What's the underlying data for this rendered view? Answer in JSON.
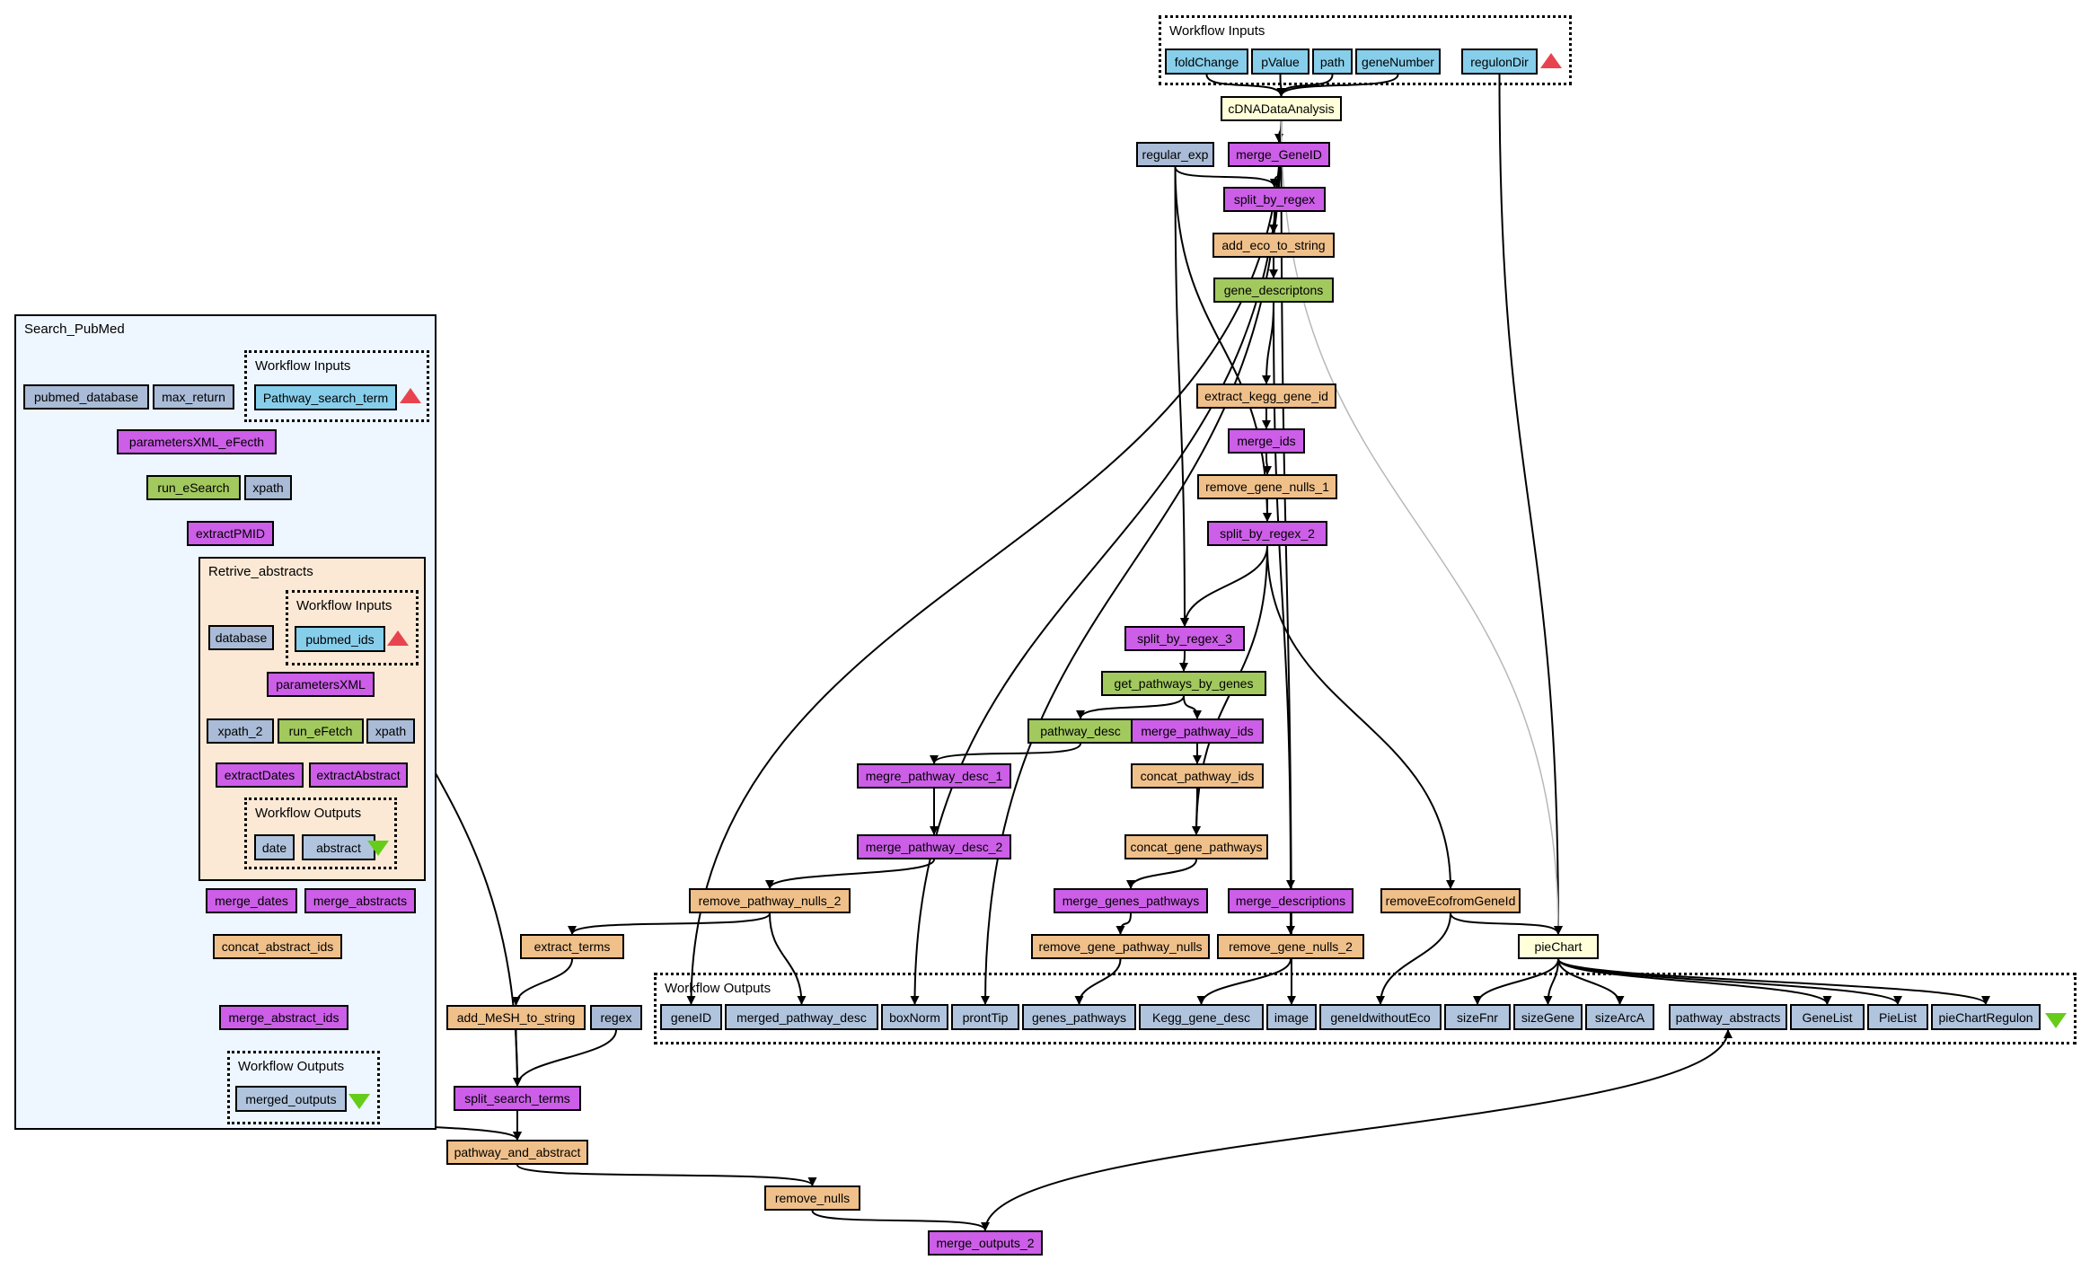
{
  "colors": {
    "input_port": "#87ceeb",
    "output_port": "#b0c4de",
    "constant": "#a9bbd6",
    "beanshell": "#cc5ee8",
    "local_worker": "#f0c08a",
    "service": "#a2c95e",
    "nested": "#ffffd9",
    "cluster_search": "#eef6ff",
    "cluster_retrieve": "#fbe9d5",
    "edge": "#000000",
    "edge_light": "#b8b8b8",
    "input_marker": "#e8444f",
    "output_marker": "#66cc1a"
  },
  "clusters": {
    "main_inputs": "Workflow Inputs",
    "main_outputs": "Workflow Outputs",
    "search_pubmed": "Search_PubMed",
    "sp_inputs": "Workflow Inputs",
    "sp_outputs": "Workflow Outputs",
    "retrive": "Retrive_abstracts",
    "ra_inputs": "Workflow Inputs",
    "ra_outputs": "Workflow Outputs"
  },
  "nodes": [
    {
      "id": "foldChange",
      "label": "foldChange",
      "kind": "input_port"
    },
    {
      "id": "pValue",
      "label": "pValue",
      "kind": "input_port"
    },
    {
      "id": "path",
      "label": "path",
      "kind": "input_port"
    },
    {
      "id": "geneNumber",
      "label": "geneNumber",
      "kind": "input_port"
    },
    {
      "id": "regulonDir",
      "label": "regulonDir",
      "kind": "input_port"
    },
    {
      "id": "cDNADataAnalysis",
      "label": "cDNADataAnalysis",
      "kind": "nested"
    },
    {
      "id": "regular_exp",
      "label": "regular_exp",
      "kind": "constant"
    },
    {
      "id": "merge_GeneID",
      "label": "merge_GeneID",
      "kind": "beanshell"
    },
    {
      "id": "split_by_regex",
      "label": "split_by_regex",
      "kind": "beanshell"
    },
    {
      "id": "add_eco_to_string",
      "label": "add_eco_to_string",
      "kind": "local_worker"
    },
    {
      "id": "gene_descriptons",
      "label": "gene_descriptons",
      "kind": "service"
    },
    {
      "id": "extract_kegg_gene_id",
      "label": "extract_kegg_gene_id",
      "kind": "local_worker"
    },
    {
      "id": "merge_ids",
      "label": "merge_ids",
      "kind": "beanshell"
    },
    {
      "id": "remove_gene_nulls_1",
      "label": "remove_gene_nulls_1",
      "kind": "local_worker"
    },
    {
      "id": "split_by_regex_2",
      "label": "split_by_regex_2",
      "kind": "beanshell"
    },
    {
      "id": "split_by_regex_3",
      "label": "split_by_regex_3",
      "kind": "beanshell"
    },
    {
      "id": "get_pathways_by_genes",
      "label": "get_pathways_by_genes",
      "kind": "service"
    },
    {
      "id": "pathway_desc",
      "label": "pathway_desc",
      "kind": "service"
    },
    {
      "id": "merge_pathway_ids",
      "label": "merge_pathway_ids",
      "kind": "beanshell"
    },
    {
      "id": "concat_pathway_ids",
      "label": "concat_pathway_ids",
      "kind": "local_worker"
    },
    {
      "id": "megre_pathway_desc_1",
      "label": "megre_pathway_desc_1",
      "kind": "beanshell"
    },
    {
      "id": "merge_pathway_desc_2",
      "label": "merge_pathway_desc_2",
      "kind": "beanshell"
    },
    {
      "id": "concat_gene_pathways",
      "label": "concat_gene_pathways",
      "kind": "local_worker"
    },
    {
      "id": "merge_genes_pathways",
      "label": "merge_genes_pathways",
      "kind": "beanshell"
    },
    {
      "id": "merge_descriptions",
      "label": "merge_descriptions",
      "kind": "beanshell"
    },
    {
      "id": "removeEcofromGeneId",
      "label": "removeEcofromGeneId",
      "kind": "local_worker"
    },
    {
      "id": "remove_pathway_nulls_2",
      "label": "remove_pathway_nulls_2",
      "kind": "local_worker"
    },
    {
      "id": "remove_gene_pathway_nulls",
      "label": "remove_gene_pathway_nulls",
      "kind": "local_worker"
    },
    {
      "id": "remove_gene_nulls_2",
      "label": "remove_gene_nulls_2",
      "kind": "local_worker"
    },
    {
      "id": "pieChart",
      "label": "pieChart",
      "kind": "nested"
    },
    {
      "id": "extract_terms",
      "label": "extract_terms",
      "kind": "local_worker"
    },
    {
      "id": "add_MeSH_to_string",
      "label": "add_MeSH_to_string",
      "kind": "local_worker"
    },
    {
      "id": "regex",
      "label": "regex",
      "kind": "constant"
    },
    {
      "id": "split_search_terms",
      "label": "split_search_terms",
      "kind": "beanshell"
    },
    {
      "id": "pathway_and_abstract",
      "label": "pathway_and_abstract",
      "kind": "local_worker"
    },
    {
      "id": "remove_nulls",
      "label": "remove_nulls",
      "kind": "local_worker"
    },
    {
      "id": "merge_outputs_2",
      "label": "merge_outputs_2",
      "kind": "beanshell"
    },
    {
      "id": "out_geneID",
      "label": "geneID",
      "kind": "output_port"
    },
    {
      "id": "out_merged_pathway_desc",
      "label": "merged_pathway_desc",
      "kind": "output_port"
    },
    {
      "id": "out_boxNorm",
      "label": "boxNorm",
      "kind": "output_port"
    },
    {
      "id": "out_prontTip",
      "label": "prontTip",
      "kind": "output_port"
    },
    {
      "id": "out_genes_pathways",
      "label": "genes_pathways",
      "kind": "output_port"
    },
    {
      "id": "out_Kegg_gene_desc",
      "label": "Kegg_gene_desc",
      "kind": "output_port"
    },
    {
      "id": "out_image",
      "label": "image",
      "kind": "output_port"
    },
    {
      "id": "out_geneIdwithoutEco",
      "label": "geneIdwithoutEco",
      "kind": "output_port"
    },
    {
      "id": "out_sizeFnr",
      "label": "sizeFnr",
      "kind": "output_port"
    },
    {
      "id": "out_sizeGene",
      "label": "sizeGene",
      "kind": "output_port"
    },
    {
      "id": "out_sizeArcA",
      "label": "sizeArcA",
      "kind": "output_port"
    },
    {
      "id": "out_pathway_abstracts",
      "label": "pathway_abstracts",
      "kind": "output_port"
    },
    {
      "id": "out_GeneList",
      "label": "GeneList",
      "kind": "output_port"
    },
    {
      "id": "out_PieList",
      "label": "PieList",
      "kind": "output_port"
    },
    {
      "id": "out_pieChartRegulon",
      "label": "pieChartRegulon",
      "kind": "output_port"
    },
    {
      "id": "pubmed_database",
      "label": "pubmed_database",
      "kind": "constant"
    },
    {
      "id": "max_return",
      "label": "max_return",
      "kind": "constant"
    },
    {
      "id": "Pathway_search_term",
      "label": "Pathway_search_term",
      "kind": "input_port"
    },
    {
      "id": "parametersXML_eFecth",
      "label": "parametersXML_eFecth",
      "kind": "beanshell"
    },
    {
      "id": "run_eSearch",
      "label": "run_eSearch",
      "kind": "service"
    },
    {
      "id": "xpath_sp",
      "label": "xpath",
      "kind": "constant"
    },
    {
      "id": "extractPMID",
      "label": "extractPMID",
      "kind": "beanshell"
    },
    {
      "id": "database",
      "label": "database",
      "kind": "constant"
    },
    {
      "id": "pubmed_ids",
      "label": "pubmed_ids",
      "kind": "input_port"
    },
    {
      "id": "parametersXML",
      "label": "parametersXML",
      "kind": "beanshell"
    },
    {
      "id": "xpath_2",
      "label": "xpath_2",
      "kind": "constant"
    },
    {
      "id": "run_eFetch",
      "label": "run_eFetch",
      "kind": "service"
    },
    {
      "id": "xpath_ra",
      "label": "xpath",
      "kind": "constant"
    },
    {
      "id": "extractDates",
      "label": "extractDates",
      "kind": "beanshell"
    },
    {
      "id": "extractAbstract",
      "label": "extractAbstract",
      "kind": "beanshell"
    },
    {
      "id": "date",
      "label": "date",
      "kind": "output_port"
    },
    {
      "id": "abstract",
      "label": "abstract",
      "kind": "output_port"
    },
    {
      "id": "merge_dates",
      "label": "merge_dates",
      "kind": "beanshell"
    },
    {
      "id": "merge_abstracts",
      "label": "merge_abstracts",
      "kind": "beanshell"
    },
    {
      "id": "concat_abstract_ids",
      "label": "concat_abstract_ids",
      "kind": "local_worker"
    },
    {
      "id": "merge_abstract_ids",
      "label": "merge_abstract_ids",
      "kind": "beanshell"
    },
    {
      "id": "merged_outputs",
      "label": "merged_outputs",
      "kind": "output_port"
    }
  ],
  "edges": [
    [
      "foldChange",
      "cDNADataAnalysis"
    ],
    [
      "pValue",
      "cDNADataAnalysis"
    ],
    [
      "path",
      "cDNADataAnalysis"
    ],
    [
      "geneNumber",
      "cDNADataAnalysis"
    ],
    [
      "regulonDir",
      "pieChart"
    ],
    [
      "cDNADataAnalysis",
      "merge_GeneID"
    ],
    [
      "cDNADataAnalysis",
      "out_geneID"
    ],
    [
      "cDNADataAnalysis",
      "out_boxNorm"
    ],
    [
      "cDNADataAnalysis",
      "out_prontTip"
    ],
    [
      "cDNADataAnalysis",
      "out_image"
    ],
    [
      "cDNADataAnalysis",
      "pieChart",
      "light"
    ],
    [
      "regular_exp",
      "split_by_regex"
    ],
    [
      "regular_exp",
      "split_by_regex_2"
    ],
    [
      "regular_exp",
      "split_by_regex_3"
    ],
    [
      "merge_GeneID",
      "split_by_regex"
    ],
    [
      "split_by_regex",
      "add_eco_to_string"
    ],
    [
      "add_eco_to_string",
      "gene_descriptons"
    ],
    [
      "gene_descriptons",
      "extract_kegg_gene_id"
    ],
    [
      "gene_descriptons",
      "merge_descriptions"
    ],
    [
      "extract_kegg_gene_id",
      "merge_ids"
    ],
    [
      "merge_ids",
      "remove_gene_nulls_1"
    ],
    [
      "remove_gene_nulls_1",
      "split_by_regex_2"
    ],
    [
      "split_by_regex_2",
      "split_by_regex_3"
    ],
    [
      "split_by_regex_2",
      "concat_gene_pathways"
    ],
    [
      "split_by_regex_2",
      "removeEcofromGeneId"
    ],
    [
      "split_by_regex_3",
      "get_pathways_by_genes"
    ],
    [
      "get_pathways_by_genes",
      "pathway_desc"
    ],
    [
      "get_pathways_by_genes",
      "merge_pathway_ids"
    ],
    [
      "pathway_desc",
      "megre_pathway_desc_1"
    ],
    [
      "merge_pathway_ids",
      "concat_pathway_ids"
    ],
    [
      "concat_pathway_ids",
      "concat_gene_pathways"
    ],
    [
      "megre_pathway_desc_1",
      "merge_pathway_desc_2"
    ],
    [
      "merge_pathway_desc_2",
      "remove_pathway_nulls_2"
    ],
    [
      "concat_gene_pathways",
      "merge_genes_pathways"
    ],
    [
      "merge_genes_pathways",
      "remove_gene_pathway_nulls"
    ],
    [
      "merge_descriptions",
      "remove_gene_nulls_2"
    ],
    [
      "removeEcofromGeneId",
      "pieChart"
    ],
    [
      "removeEcofromGeneId",
      "out_geneIdwithoutEco"
    ],
    [
      "remove_pathway_nulls_2",
      "extract_terms"
    ],
    [
      "remove_pathway_nulls_2",
      "out_merged_pathway_desc"
    ],
    [
      "remove_gene_pathway_nulls",
      "out_genes_pathways"
    ],
    [
      "remove_gene_nulls_2",
      "out_Kegg_gene_desc"
    ],
    [
      "pieChart",
      "out_sizeFnr"
    ],
    [
      "pieChart",
      "out_sizeGene"
    ],
    [
      "pieChart",
      "out_sizeArcA"
    ],
    [
      "pieChart",
      "out_GeneList"
    ],
    [
      "pieChart",
      "out_PieList"
    ],
    [
      "pieChart",
      "out_pieChartRegulon"
    ],
    [
      "extract_terms",
      "add_MeSH_to_string"
    ],
    [
      "add_MeSH_to_string",
      "split_search_terms"
    ],
    [
      "regex",
      "split_search_terms"
    ],
    [
      "split_search_terms",
      "pathway_and_abstract"
    ],
    [
      "split_search_terms",
      "Pathway_search_term"
    ],
    [
      "merged_outputs",
      "pathway_and_abstract"
    ],
    [
      "pathway_and_abstract",
      "remove_nulls"
    ],
    [
      "remove_nulls",
      "merge_outputs_2"
    ],
    [
      "merge_outputs_2",
      "out_pathway_abstracts"
    ],
    [
      "pubmed_database",
      "parametersXML_eFecth"
    ],
    [
      "max_return",
      "parametersXML_eFecth"
    ],
    [
      "Pathway_search_term",
      "parametersXML_eFecth"
    ],
    [
      "parametersXML_eFecth",
      "run_eSearch"
    ],
    [
      "run_eSearch",
      "extractPMID"
    ],
    [
      "xpath_sp",
      "extractPMID"
    ],
    [
      "extractPMID",
      "pubmed_ids"
    ],
    [
      "extractPMID",
      "concat_abstract_ids"
    ],
    [
      "database",
      "parametersXML"
    ],
    [
      "pubmed_ids",
      "parametersXML"
    ],
    [
      "parametersXML",
      "run_eFetch"
    ],
    [
      "xpath_2",
      "extractDates"
    ],
    [
      "run_eFetch",
      "extractDates"
    ],
    [
      "run_eFetch",
      "extractAbstract"
    ],
    [
      "xpath_ra",
      "extractAbstract"
    ],
    [
      "extractDates",
      "date"
    ],
    [
      "extractAbstract",
      "abstract"
    ],
    [
      "date",
      "merge_dates"
    ],
    [
      "abstract",
      "merge_abstracts"
    ],
    [
      "merge_dates",
      "concat_abstract_ids"
    ],
    [
      "merge_abstracts",
      "concat_abstract_ids"
    ],
    [
      "concat_abstract_ids",
      "merge_abstract_ids"
    ],
    [
      "merge_abstract_ids",
      "merged_outputs"
    ]
  ]
}
